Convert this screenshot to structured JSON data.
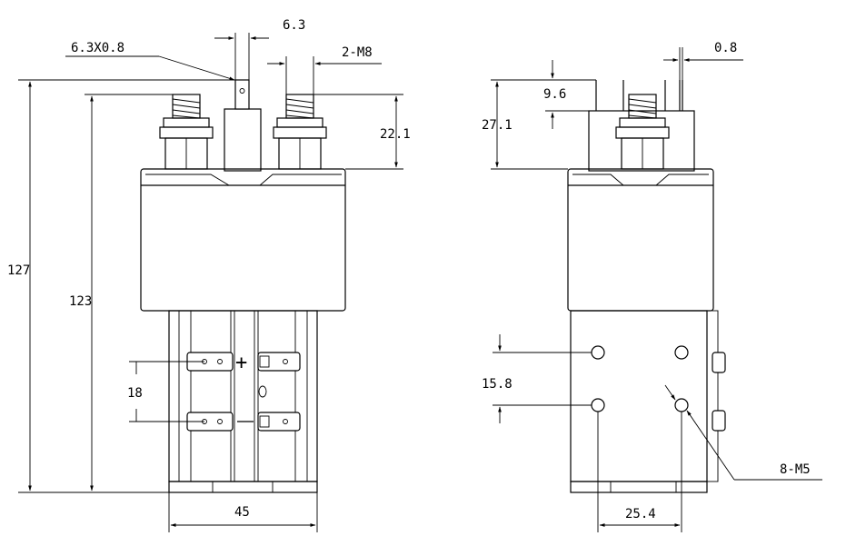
{
  "front_view": {
    "tab_size": "6.3X0.8",
    "tab_width": "6.3",
    "terminal_thread": "2-M8",
    "terminal_height": "22.1",
    "overall_height": "127",
    "body_height": "123",
    "aux_terminal_spacing": "18",
    "body_width": "45",
    "plus_symbol": "+",
    "minus_symbol": "−"
  },
  "side_view": {
    "tab_thickness": "0.8",
    "pin_height": "9.6",
    "terminal_height": "27.1",
    "hole_vertical_spacing": "15.8",
    "mount_thread": "8-M5",
    "hole_horizontal_spacing": "25.4"
  }
}
